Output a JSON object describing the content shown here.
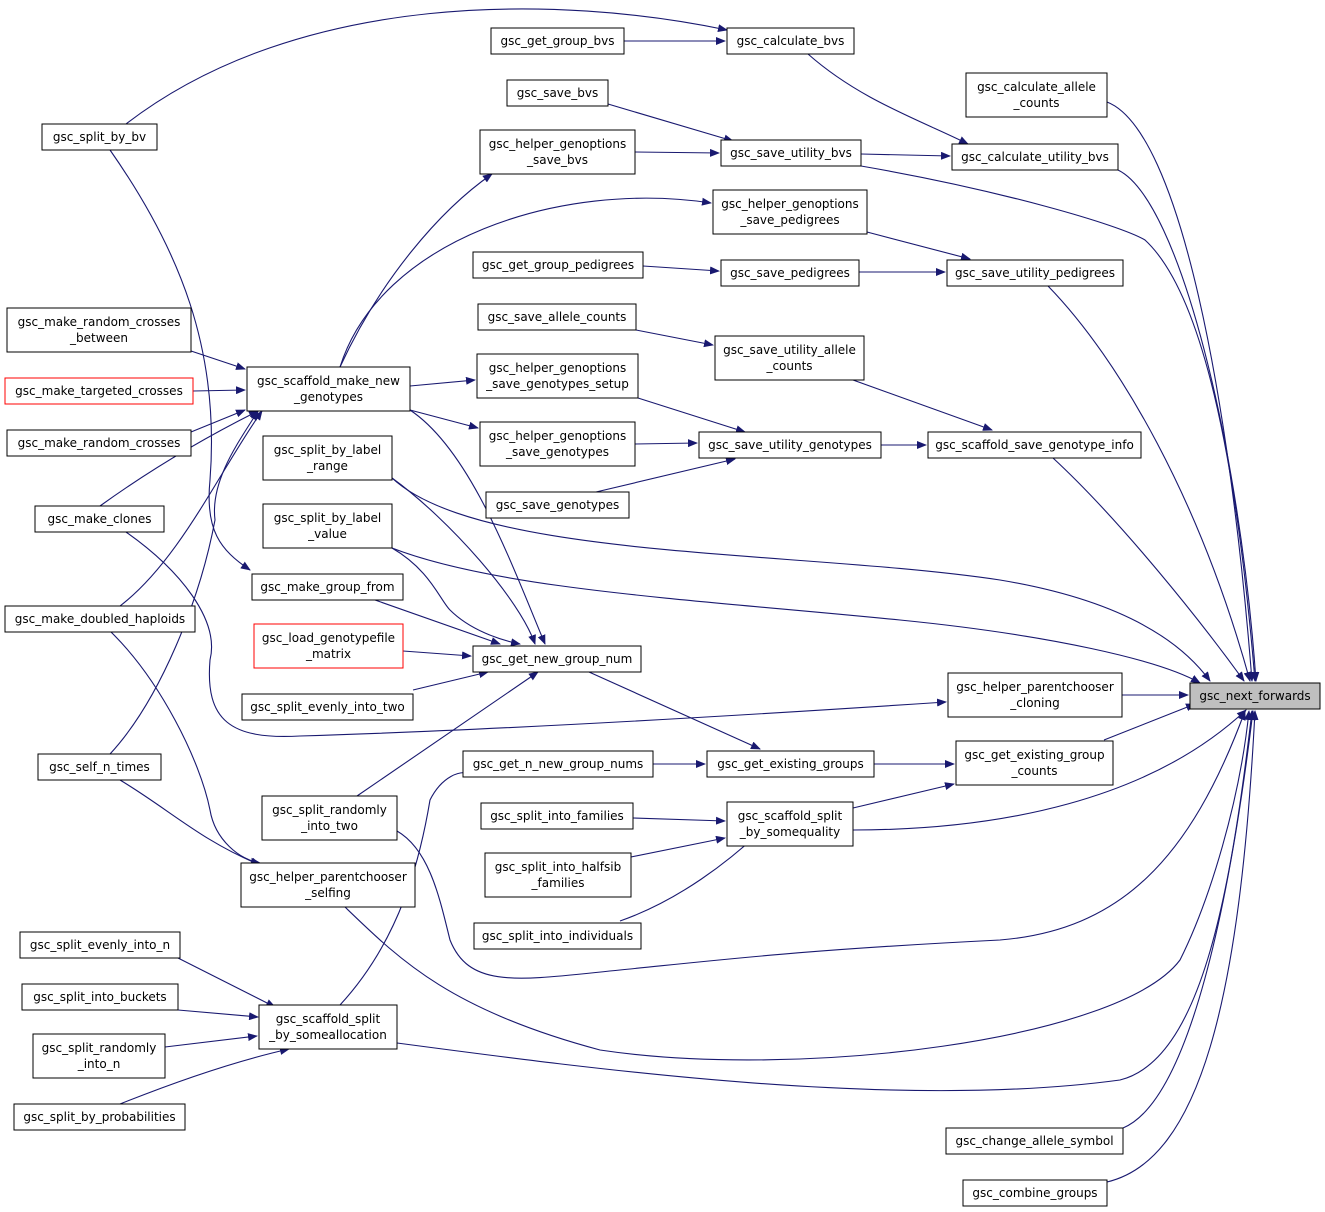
{
  "colors": {
    "edge": "#191970",
    "node_border": "#000000",
    "missing_border": "#ff0000",
    "target_fill": "#bfbfbf"
  },
  "nodes": {
    "get_group_bvs": {
      "lines": [
        "gsc_get_group_bvs"
      ]
    },
    "calculate_bvs": {
      "lines": [
        "gsc_calculate_bvs"
      ]
    },
    "split_by_bv": {
      "lines": [
        "gsc_split_by_bv"
      ]
    },
    "calc_allele_counts": {
      "lines": [
        "gsc_calculate_allele",
        "_counts"
      ]
    },
    "save_bvs": {
      "lines": [
        "gsc_save_bvs"
      ]
    },
    "helper_save_bvs": {
      "lines": [
        "gsc_helper_genoptions",
        "_save_bvs"
      ]
    },
    "save_utility_bvs": {
      "lines": [
        "gsc_save_utility_bvs"
      ]
    },
    "calc_utility_bvs": {
      "lines": [
        "gsc_calculate_utility_bvs"
      ]
    },
    "helper_save_ped": {
      "lines": [
        "gsc_helper_genoptions",
        "_save_pedigrees"
      ]
    },
    "get_group_ped": {
      "lines": [
        "gsc_get_group_pedigrees"
      ]
    },
    "save_ped": {
      "lines": [
        "gsc_save_pedigrees"
      ]
    },
    "save_utility_ped": {
      "lines": [
        "gsc_save_utility_pedigrees"
      ]
    },
    "save_allele_counts": {
      "lines": [
        "gsc_save_allele_counts"
      ]
    },
    "save_utility_allele": {
      "lines": [
        "gsc_save_utility_allele",
        "_counts"
      ]
    },
    "rand_cross_between": {
      "lines": [
        "gsc_make_random_crosses",
        "_between"
      ]
    },
    "targeted_crosses": {
      "lines": [
        "gsc_make_targeted_crosses"
      ]
    },
    "rand_crosses": {
      "lines": [
        "gsc_make_random_crosses"
      ]
    },
    "scaffold_make": {
      "lines": [
        "gsc_scaffold_make_new",
        "_genotypes"
      ]
    },
    "helper_geno_setup": {
      "lines": [
        "gsc_helper_genoptions",
        "_save_genotypes_setup"
      ]
    },
    "helper_save_geno": {
      "lines": [
        "gsc_helper_genoptions",
        "_save_genotypes"
      ]
    },
    "save_utility_geno": {
      "lines": [
        "gsc_save_utility_genotypes"
      ]
    },
    "scaffold_save_info": {
      "lines": [
        "gsc_scaffold_save_genotype_info"
      ]
    },
    "save_genotypes": {
      "lines": [
        "gsc_save_genotypes"
      ]
    },
    "split_label_range": {
      "lines": [
        "gsc_split_by_label",
        "_range"
      ]
    },
    "split_label_value": {
      "lines": [
        "gsc_split_by_label",
        "_value"
      ]
    },
    "make_clones": {
      "lines": [
        "gsc_make_clones"
      ]
    },
    "make_group_from": {
      "lines": [
        "gsc_make_group_from"
      ]
    },
    "doubled_haploids": {
      "lines": [
        "gsc_make_doubled_haploids"
      ]
    },
    "load_genofile": {
      "lines": [
        "gsc_load_genotypefile",
        "_matrix"
      ]
    },
    "get_new_group_num": {
      "lines": [
        "gsc_get_new_group_num"
      ]
    },
    "split_evenly_two": {
      "lines": [
        "gsc_split_evenly_into_two"
      ]
    },
    "parentchooser_clone": {
      "lines": [
        "gsc_helper_parentchooser",
        "_cloning"
      ]
    },
    "next_forwards": {
      "lines": [
        "gsc_next_forwards"
      ]
    },
    "get_n_new_group_nums": {
      "lines": [
        "gsc_get_n_new_group_nums"
      ]
    },
    "get_existing_groups": {
      "lines": [
        "gsc_get_existing_groups"
      ]
    },
    "get_existing_counts": {
      "lines": [
        "gsc_get_existing_group",
        "_counts"
      ]
    },
    "self_n_times": {
      "lines": [
        "gsc_self_n_times"
      ]
    },
    "split_rand_two": {
      "lines": [
        "gsc_split_randomly",
        "_into_two"
      ]
    },
    "split_families": {
      "lines": [
        "gsc_split_into_families"
      ]
    },
    "scaffold_split_eq": {
      "lines": [
        "gsc_scaffold_split",
        "_by_somequality"
      ]
    },
    "split_halfsib": {
      "lines": [
        "gsc_split_into_halfsib",
        "_families"
      ]
    },
    "parentchooser_self": {
      "lines": [
        "gsc_helper_parentchooser",
        "_selfing"
      ]
    },
    "split_individuals": {
      "lines": [
        "gsc_split_into_individuals"
      ]
    },
    "split_evenly_n": {
      "lines": [
        "gsc_split_evenly_into_n"
      ]
    },
    "split_buckets": {
      "lines": [
        "gsc_split_into_buckets"
      ]
    },
    "scaffold_split_alloc": {
      "lines": [
        "gsc_scaffold_split",
        "_by_someallocation"
      ]
    },
    "split_rand_n": {
      "lines": [
        "gsc_split_randomly",
        "_into_n"
      ]
    },
    "split_probabilities": {
      "lines": [
        "gsc_split_by_probabilities"
      ]
    },
    "change_allele": {
      "lines": [
        "gsc_change_allele_symbol"
      ]
    },
    "combine_groups": {
      "lines": [
        "gsc_combine_groups"
      ]
    }
  }
}
